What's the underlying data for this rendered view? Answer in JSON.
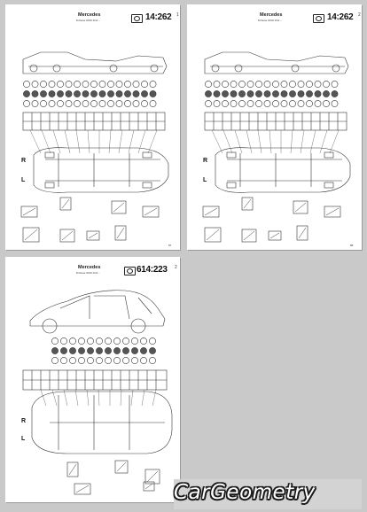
{
  "pages": [
    {
      "make": "Mercedes",
      "subtitle": "B-Klasse W246 2012→",
      "code": "14:262",
      "mark": "1",
      "pagenum": "87",
      "side_r": "R",
      "side_l": "L"
    },
    {
      "make": "Mercedes",
      "subtitle": "B-Klasse W246 2012→",
      "code": "14:262",
      "mark": "2",
      "pagenum": "88",
      "side_r": "R",
      "side_l": "L"
    },
    {
      "make": "Mercedes",
      "subtitle": "B-Klasse W246 2012→",
      "code": "614:223",
      "mark": "2",
      "pagenum": "",
      "side_r": "R",
      "side_l": "L"
    }
  ],
  "logo_text": "CarGeometry",
  "colors": {
    "background": "#c9c9c9",
    "paper": "#ffffff",
    "ink": "#1a1a1a"
  }
}
